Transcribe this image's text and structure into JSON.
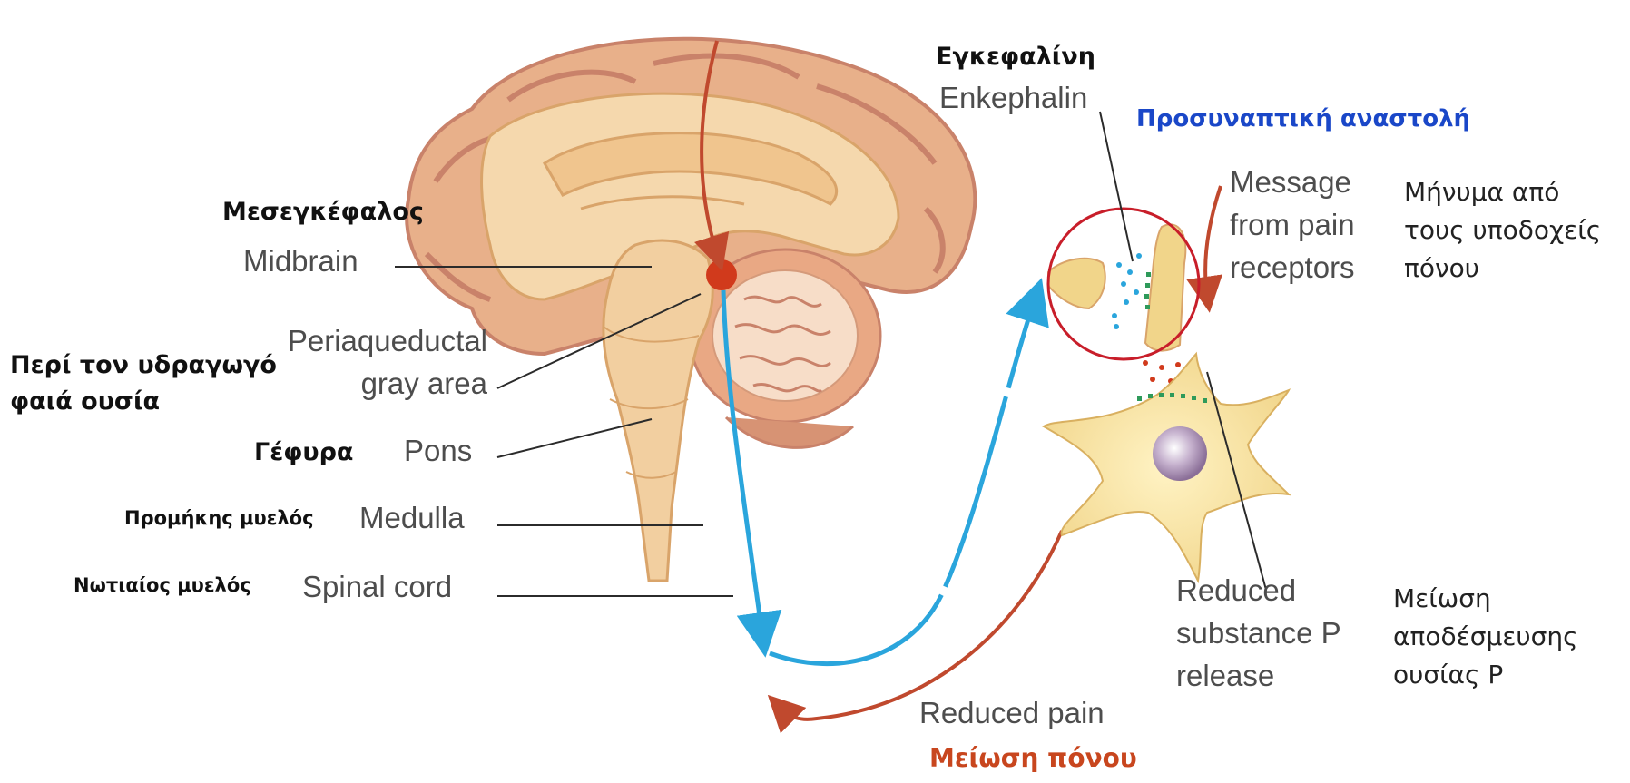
{
  "colors": {
    "skin": "#f2cfa0",
    "skin_dark": "#d9a46a",
    "cortex": "#e8b08a",
    "cortex_fold": "#c9826a",
    "blue_path": "#2aa5dc",
    "red_path": "#c0492e",
    "pag_dot": "#d13a1c",
    "circle": "#c81e2a",
    "title_blue": "#1a47c8",
    "title_red": "#c8461e"
  },
  "labels": {
    "midbrain_gr": "Μεσεγκέφαλος",
    "midbrain_en": "Midbrain",
    "pag_gr_1": "Περί τον υδραγωγό",
    "pag_gr_2": "φαιά ουσία",
    "pag_en_1": "Periaqueductal",
    "pag_en_2": "gray area",
    "pons_gr": "Γέφυρα",
    "pons_en": "Pons",
    "medulla_gr": "Προμήκης μυελός",
    "medulla_en": "Medulla",
    "spinal_gr": "Νωτιαίος μυελός",
    "spinal_en": "Spinal cord",
    "enkephalin_gr": "Εγκεφαλίνη",
    "enkephalin_en": "Enkephalin",
    "presynaptic_gr": "Προσυναπτική αναστολή",
    "message_en_1": "Message",
    "message_en_2": "from pain",
    "message_en_3": "receptors",
    "message_gr_1": "Μήνυμα από",
    "message_gr_2": "τους υποδοχείς",
    "message_gr_3": "πόνου",
    "substance_en_1": "Reduced",
    "substance_en_2": "substance P",
    "substance_en_3": "release",
    "substance_gr_1": "Μείωση",
    "substance_gr_2": "αποδέσμευσης",
    "substance_gr_3": "ουσίας P",
    "reduced_pain_en": "Reduced pain",
    "reduced_pain_gr": "Μείωση πόνου"
  }
}
